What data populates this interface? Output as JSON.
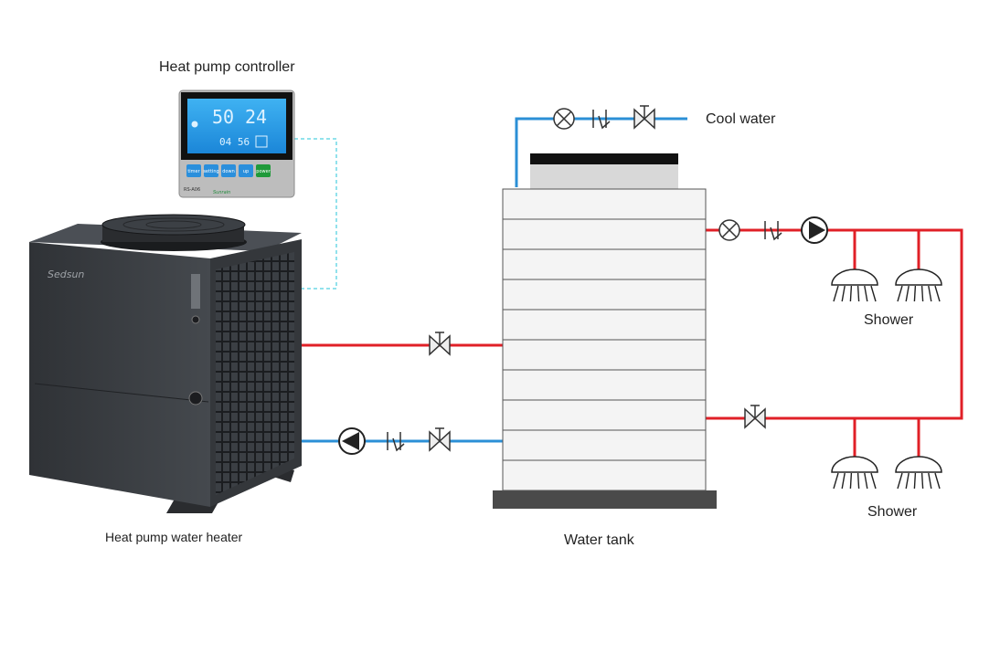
{
  "labels": {
    "controller": "Heat pump controller",
    "heater": "Heat pump water heater",
    "tank": "Water tank",
    "cool_water": "Cool water",
    "shower_top": "Shower",
    "shower_bottom": "Shower"
  },
  "controller": {
    "display_left": "50",
    "display_right": "24",
    "display_time": "04 56",
    "buttons": [
      "timer",
      "setting",
      "down",
      "up",
      "power"
    ],
    "model": "RS-A06",
    "brand": "Sunrain"
  },
  "heater": {
    "brand": "Sedsun"
  },
  "colors": {
    "hot_pipe": "#e02027",
    "cold_pipe": "#2b8fd6",
    "signal_wire": "#6fd8e6",
    "lcd_blue": "#2a9fe8",
    "unit_body": "#3a3d42"
  }
}
